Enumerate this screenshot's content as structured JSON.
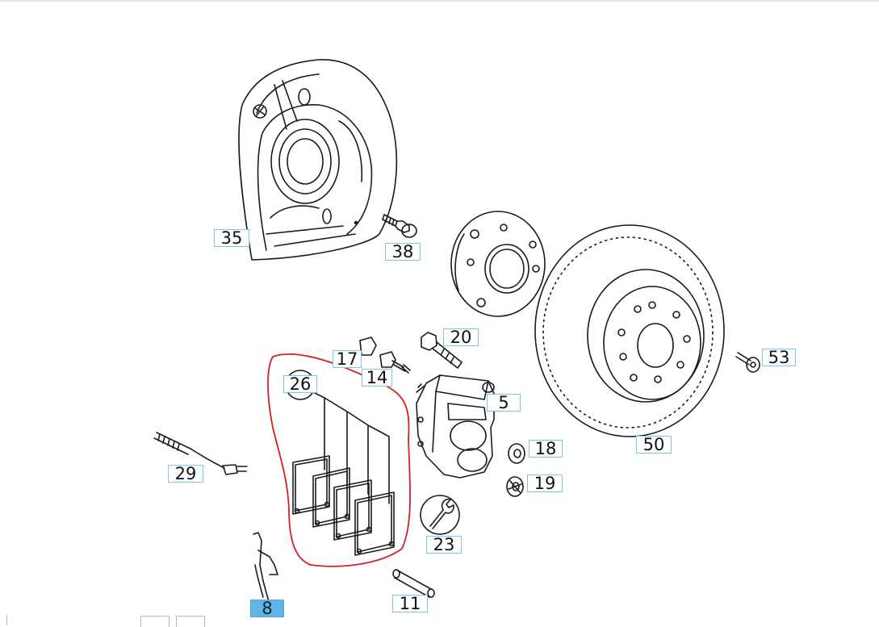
{
  "diagram": {
    "selected_part": "8",
    "part_labels": [
      "35",
      "38",
      "20",
      "17",
      "14",
      "26",
      "5",
      "53",
      "18",
      "50",
      "29",
      "19",
      "23",
      "8",
      "11"
    ]
  },
  "colors": {
    "label_border": "#7cc6ee",
    "selected_fill": "#5fb6e6",
    "highlight_outline": "#d32020",
    "line_art": "#1a1a1a"
  }
}
